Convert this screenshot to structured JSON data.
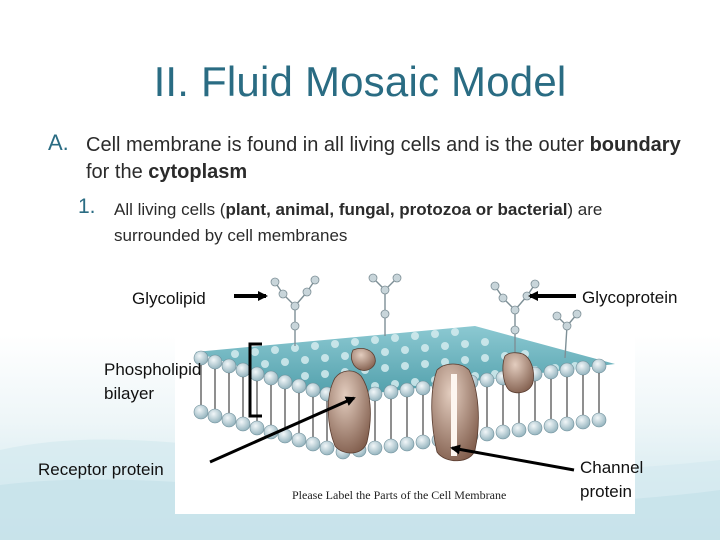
{
  "slide": {
    "title": "II. Fluid Mosaic Model",
    "point_a": {
      "marker": "A.",
      "text_1": "Cell membrane is found in all living cells and is the outer ",
      "bold_1": "boundary",
      "text_2": " for the ",
      "bold_2": "cytoplasm"
    },
    "point_1": {
      "marker": "1.",
      "text_1": "All living cells (",
      "bold_1": "plant, animal, fungal, protozoa or bacterial",
      "text_2": ") are surrounded by cell membranes"
    }
  },
  "figure": {
    "caption": "Please Label the Parts of the Cell Membrane",
    "labels": {
      "glycolipid": "Glycolipid",
      "glycoprotein": "Glycoprotein",
      "phospholipid_line1": "Phospholipid",
      "phospholipid_line2": "bilayer",
      "receptor": "Receptor protein",
      "channel_line1": "Channel",
      "channel_line2": "protein"
    },
    "colors": {
      "membrane_top": "#6fb7c2",
      "head": "#a9c8d2",
      "protein": "#b78c74",
      "sugar": "#a8b7be"
    }
  }
}
